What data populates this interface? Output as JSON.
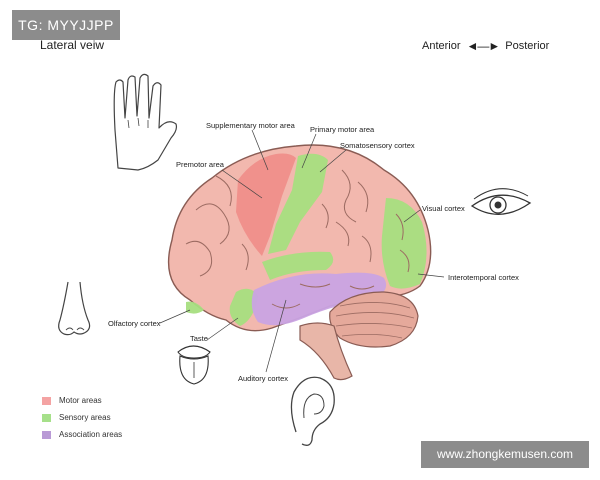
{
  "watermarks": {
    "top": "TG: MYYJJPP",
    "bottom": "www.zhongkemusen.com"
  },
  "view_label": "Lateral veiw",
  "orientation": {
    "anterior": "Anterior",
    "posterior": "Posterior"
  },
  "labels": {
    "supplementary_motor_area": "Supplementary motor area",
    "primary_motor_area": "Primary motor area",
    "somatosensory_cortex": "Somatosensory cortex",
    "premotor_area": "Premotor area",
    "visual_cortex": "Visual cortex",
    "interotemporal_cortex": "Interotemporal cortex",
    "olfactory_cortex": "Olfactory cortex",
    "taste": "Taste",
    "auditory_cortex": "Auditory cortex"
  },
  "legend": [
    {
      "label": "Motor areas",
      "color": "#f4a3a3"
    },
    {
      "label": "Sensory areas",
      "color": "#a6e08a"
    },
    {
      "label": "Association areas",
      "color": "#b99ad6"
    }
  ],
  "colors": {
    "brain_base": "#f2b8ae",
    "motor": "#f08a86",
    "sensory": "#a7de7f",
    "association": "#c9a3e3",
    "cerebellum": "#e5a99b",
    "outline": "#6b4a44"
  },
  "icons": [
    "hand-icon",
    "eye-icon",
    "nose-icon",
    "tongue-icon",
    "ear-icon"
  ]
}
